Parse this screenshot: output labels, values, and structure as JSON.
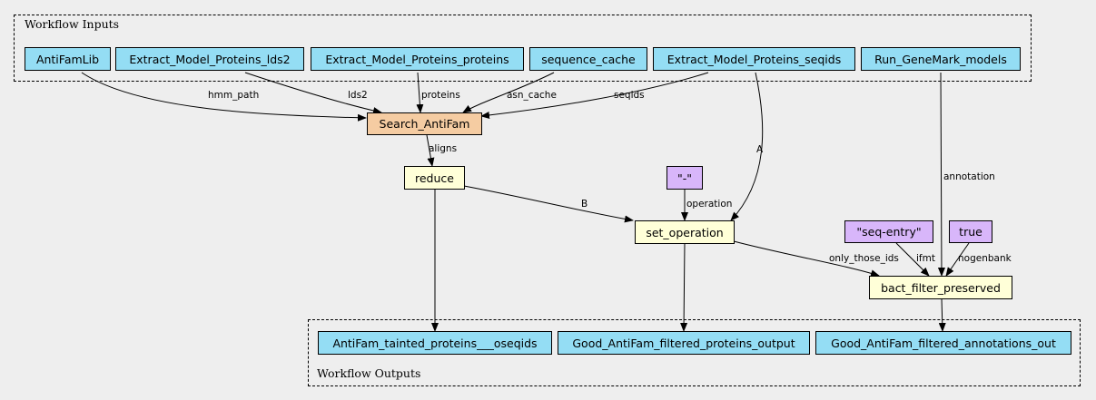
{
  "clusters": {
    "inputs_label": "Workflow Inputs",
    "outputs_label": "Workflow Outputs"
  },
  "nodes": {
    "antifamlib": "AntiFamLib",
    "lds2": "Extract_Model_Proteins_lds2",
    "proteins": "Extract_Model_Proteins_proteins",
    "sequence_cache": "sequence_cache",
    "seqids": "Extract_Model_Proteins_seqids",
    "genemark": "Run_GeneMark_models",
    "search_antifam": "Search_AntiFam",
    "reduce": "reduce",
    "dash_param": "\"-\"",
    "set_operation": "set_operation",
    "seq_entry": "\"seq-entry\"",
    "true_param": "true",
    "bact_filter": "bact_filter_preserved",
    "out_tainted": "AntiFam_tainted_proteins___oseqids",
    "out_proteins": "Good_AntiFam_filtered_proteins_output",
    "out_annotations": "Good_AntiFam_filtered_annotations_out"
  },
  "edge_labels": {
    "hmm_path": "hmm_path",
    "lds2": "lds2",
    "proteins": "proteins",
    "asn_cache": "asn_cache",
    "seqids": "seqids",
    "aligns": "aligns",
    "a": "A",
    "b": "B",
    "operation": "operation",
    "annotation": "annotation",
    "only_those_ids": "only_those_ids",
    "ifmt": "ifmt",
    "nogenbank": "nogenbank"
  },
  "colors": {
    "io_node": "#94ddf4",
    "tool_node": "#f5cca2",
    "expression_node": "#ffffd8",
    "parameter_node": "#d8b6fa",
    "background": "#eeeeee"
  }
}
